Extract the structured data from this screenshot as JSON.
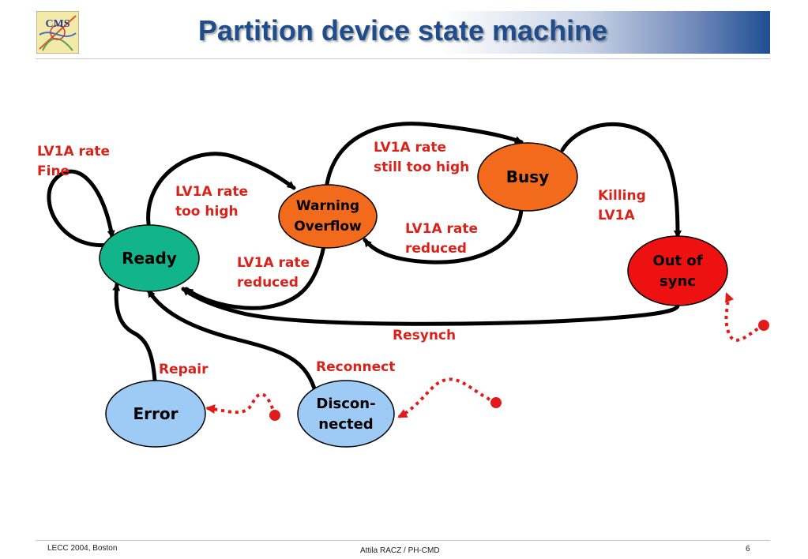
{
  "title": "Partition device state machine",
  "logo_text": "CMS",
  "states": {
    "ready": "Ready",
    "warning_line1": "Warning",
    "warning_line2": "Overflow",
    "busy": "Busy",
    "outofsync_line1": "Out of",
    "outofsync_line2": "sync",
    "error": "Error",
    "disconnected_line1": "Discon-",
    "disconnected_line2": "nected"
  },
  "transitions": {
    "fine_line1": "LV1A rate",
    "fine_line2": "Fine",
    "toohigh_line1": "LV1A rate",
    "toohigh_line2": "too high",
    "stilltoohigh_line1": "LV1A rate",
    "stilltoohigh_line2": "still too high",
    "reduced_busy_line1": "LV1A rate",
    "reduced_busy_line2": "reduced",
    "reduced_warn_line1": "LV1A rate",
    "reduced_warn_line2": "reduced",
    "killing_line1": "Killing",
    "killing_line2": "LV1A",
    "resynch": "Resynch",
    "repair": "Repair",
    "reconnect": "Reconnect"
  },
  "colors": {
    "ready": "#11b589",
    "warning": "#f26a1b",
    "busy": "#f26a1b",
    "outofsync": "#ee1111",
    "error": "#9ecbf5",
    "disconnected": "#9ecbf5",
    "label": "#d9231a",
    "title": "#1f4d8b"
  },
  "footer": {
    "left": "LECC  2004, Boston",
    "center": "Attila RACZ / PH-CMD",
    "page": "6"
  }
}
